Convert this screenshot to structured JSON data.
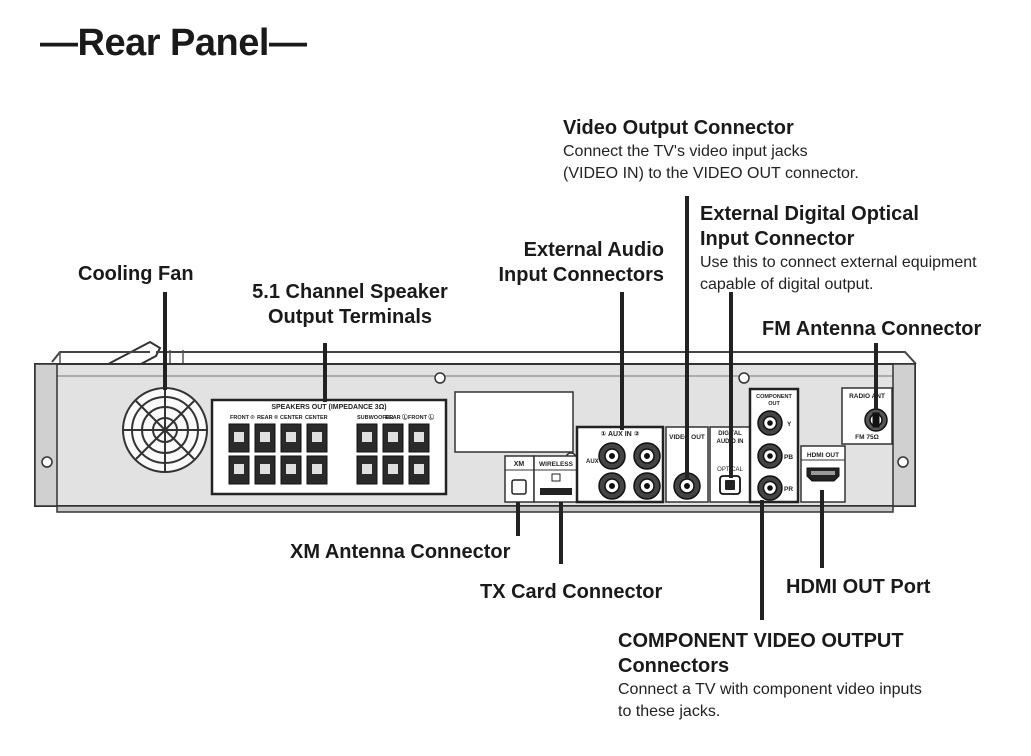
{
  "title": "—Rear Panel—",
  "callouts": {
    "cooling_fan": {
      "label": "Cooling Fan"
    },
    "speaker_terminals": {
      "label_line1": "5.1 Channel Speaker",
      "label_line2": "Output Terminals"
    },
    "external_audio": {
      "label_line1": "External Audio",
      "label_line2": "Input Connectors"
    },
    "video_output": {
      "label": "Video Output Connector",
      "desc_line1": "Connect the TV's video input jacks",
      "desc_line2": "(VIDEO IN) to the VIDEO OUT connector."
    },
    "optical": {
      "label_line1": "External Digital Optical",
      "label_line2": "Input Connector",
      "desc_line1": "Use this to connect external equipment",
      "desc_line2": "capable of digital output."
    },
    "fm_antenna": {
      "label": "FM Antenna Connector"
    },
    "xm_antenna": {
      "label": "XM Antenna Connector"
    },
    "tx_card": {
      "label": "TX Card Connector"
    },
    "hdmi_out": {
      "label": "HDMI OUT Port"
    },
    "component": {
      "label_line1": "COMPONENT VIDEO OUTPUT",
      "label_line2": "Connectors",
      "desc_line1": "Connect a TV with component video inputs",
      "desc_line2": "to these jacks."
    }
  },
  "panel_labels": {
    "speakers_out": "SPEAKERS OUT (IMPEDANCE 3Ω)",
    "front_r": "FRONT ®",
    "rear_r": "REAR ®",
    "center1": "CENTER",
    "center2": "CENTER",
    "subwoofer": "SUBWOOFER",
    "rear_l": "REAR Ⓛ",
    "front_l": "FRONT Ⓛ",
    "aux_in": "①  AUX IN  ②",
    "aux": "AUX",
    "video_out": "VIDEO OUT",
    "digital_audio_in_1": "DIGITAL",
    "digital_audio_in_2": "AUDIO IN",
    "optical": "OPTICAL",
    "component_out_1": "COMPONENT",
    "component_out_2": "OUT",
    "y": "Y",
    "pb": "PB",
    "pr": "PR",
    "xm": "XM",
    "wireless": "WIRELESS",
    "hdmi_out": "HDMI OUT",
    "radio_ant": "RADIO ANT",
    "fm_75": "FM 75Ω"
  }
}
